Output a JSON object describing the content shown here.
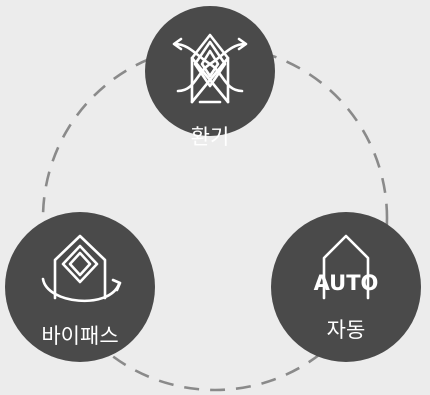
{
  "colors": {
    "background": "#ececec",
    "circle_fill": "#4a4a4a",
    "icon_stroke": "#ffffff",
    "dash_stroke": "#8a8a8a"
  },
  "modes": [
    {
      "id": "ventilation",
      "label": "환기",
      "icon": "ventilation-exchange-icon"
    },
    {
      "id": "bypass",
      "label": "바이패스",
      "icon": "bypass-house-icon"
    },
    {
      "id": "auto",
      "label": "자동",
      "icon_text": "AUTO",
      "icon": "auto-house-icon"
    }
  ]
}
